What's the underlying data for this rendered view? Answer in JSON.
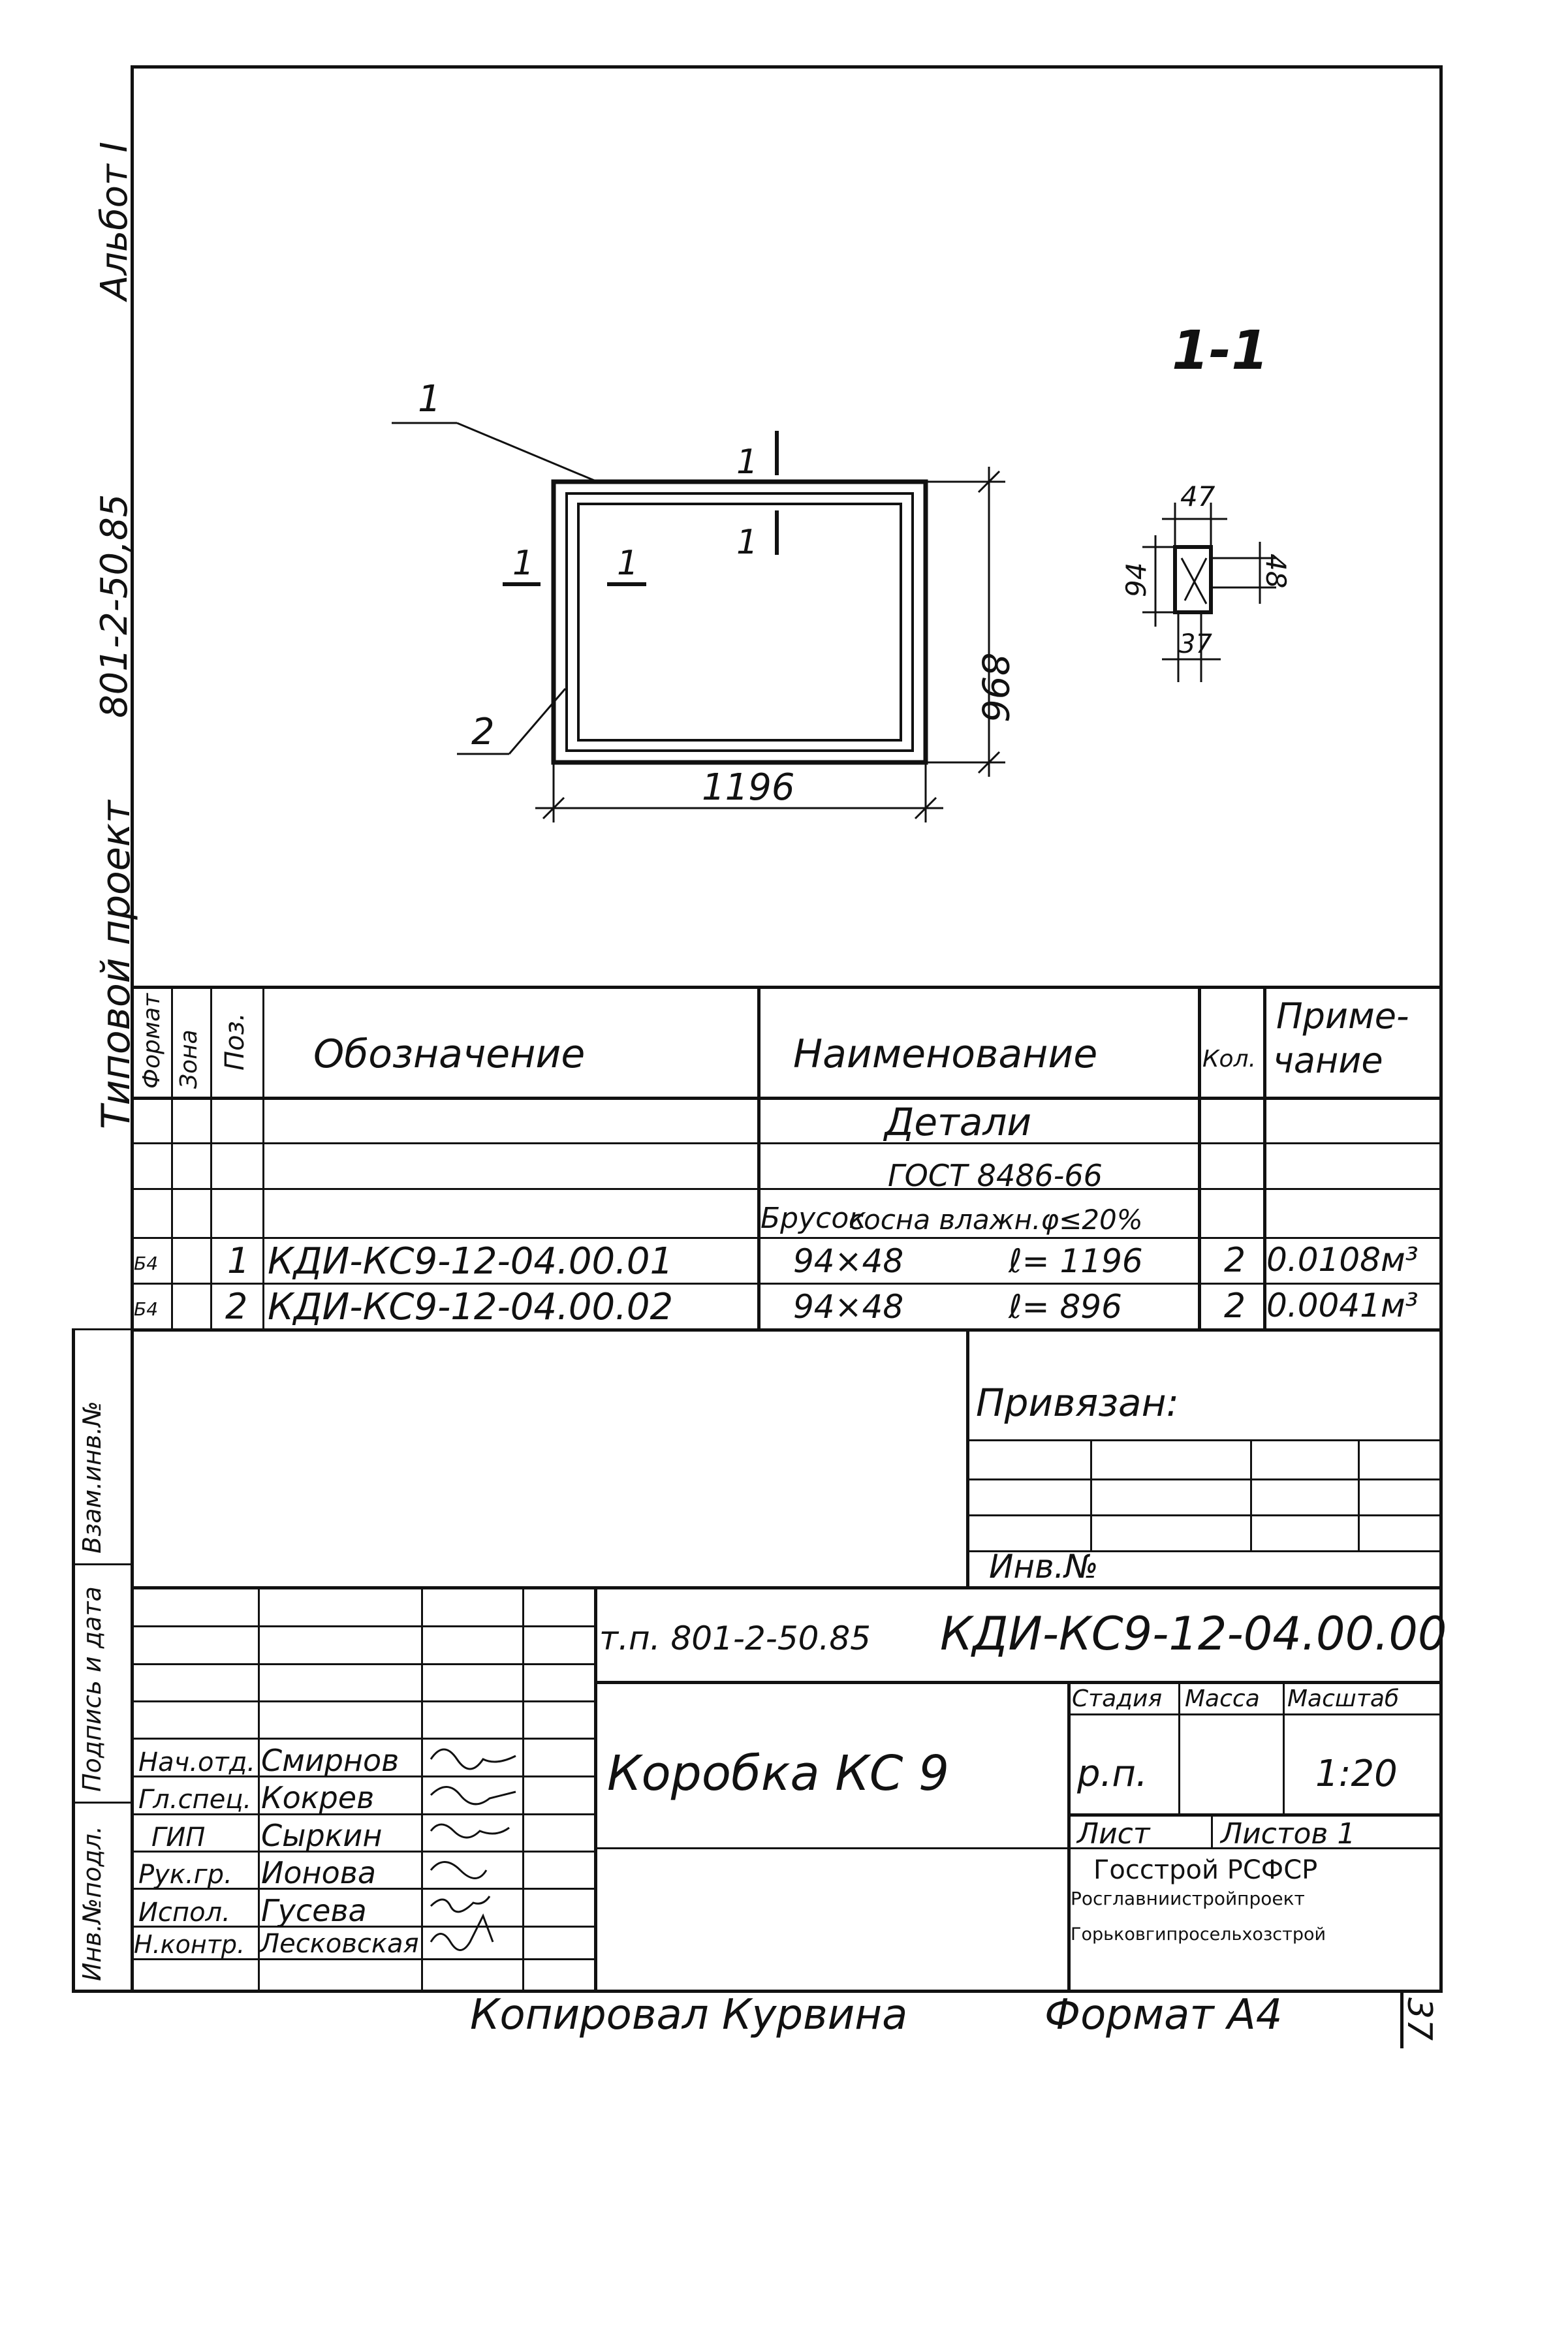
{
  "side_title": {
    "album": "Альбот I",
    "project_number": "801-2-50,85",
    "project_label": "Типовой проект"
  },
  "drawing": {
    "section_label": "1-1",
    "callout_1": "1",
    "callout_2": "2",
    "cut_mark_top_a": "1",
    "cut_mark_top_b": "1",
    "cut_mark_left_a": "1",
    "cut_mark_left_b": "1",
    "dim_width": "1196",
    "dim_height": "896",
    "section_dim_47": "47",
    "section_dim_94": "94",
    "section_dim_48": "48",
    "section_dim_37": "37"
  },
  "spec_table": {
    "headers": {
      "format": "Формат",
      "zone": "Зона",
      "pos": "Поз.",
      "designation": "Обозначение",
      "name": "Наименование",
      "qty": "Кол.",
      "note_line1": "Приме-",
      "note_line2": "чание"
    },
    "section_title": "Детали",
    "material_gost": "ГОСТ 8486-66",
    "material_prefix": "Брусок",
    "material_desc": "сосна влажн.φ≤20%",
    "rows": [
      {
        "format": "Б4",
        "pos": "1",
        "designation": "КДИ-КС9-12-04.00.01",
        "size": "94×48",
        "length": "ℓ= 1196",
        "qty": "2",
        "note": "0.0108м³"
      },
      {
        "format": "Б4",
        "pos": "2",
        "designation": "КДИ-КС9-12-04.00.02",
        "size": "94×48",
        "length": "ℓ= 896",
        "qty": "2",
        "note": "0.0041м³"
      }
    ]
  },
  "left_stamp": {
    "inv_orig": "Инв.№подл.",
    "sign_date": "Подпись и дата",
    "vzam_inv": "Взам.инв.№"
  },
  "binding": {
    "label": "Привязан:",
    "inv_no": "Инв.№"
  },
  "title_block": {
    "project_ref": "т.п. 801-2-50.85",
    "doc_code": "КДИ-КС9-12-04.00.00",
    "title": "Коробка КС 9",
    "stage_header": "Стадия",
    "mass_header": "Масса",
    "scale_header": "Масштаб",
    "stage": "р.п.",
    "mass": "",
    "scale": "1:20",
    "sheet": "Лист",
    "sheets": "Листов 1",
    "org_line1": "Госстрой РСФСР",
    "org_line2": "Росглавниистройпроект",
    "org_line3": "Горьковгипросельхозстрой",
    "signatures": [
      {
        "role": "Нач.отд.",
        "name": "Смирнов"
      },
      {
        "role": "Гл.спец.",
        "name": "Кокрев"
      },
      {
        "role": "ГИП",
        "name": "Сыркин"
      },
      {
        "role": "Рук.гр.",
        "name": "Ионова"
      },
      {
        "role": "Испол.",
        "name": "Гусева"
      },
      {
        "role": "Н.контр.",
        "name": "Лесковская"
      }
    ]
  },
  "footer": {
    "copied": "Копировал Курвина",
    "format": "Формат А4",
    "page": "37"
  }
}
